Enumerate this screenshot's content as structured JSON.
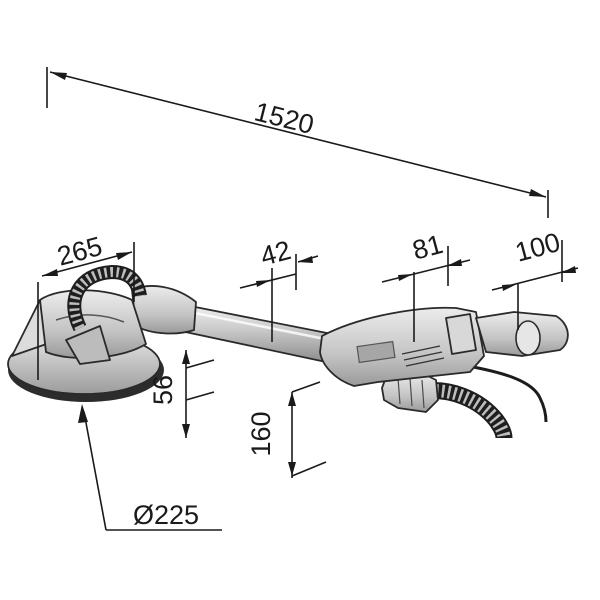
{
  "dimensions": {
    "overall_length": "1520",
    "head_width": "265",
    "tube_diameter": "42",
    "motor_width": "81",
    "handle_width": "100",
    "head_height": "56",
    "motor_height": "160",
    "pad_diameter": "Ø225"
  }
}
